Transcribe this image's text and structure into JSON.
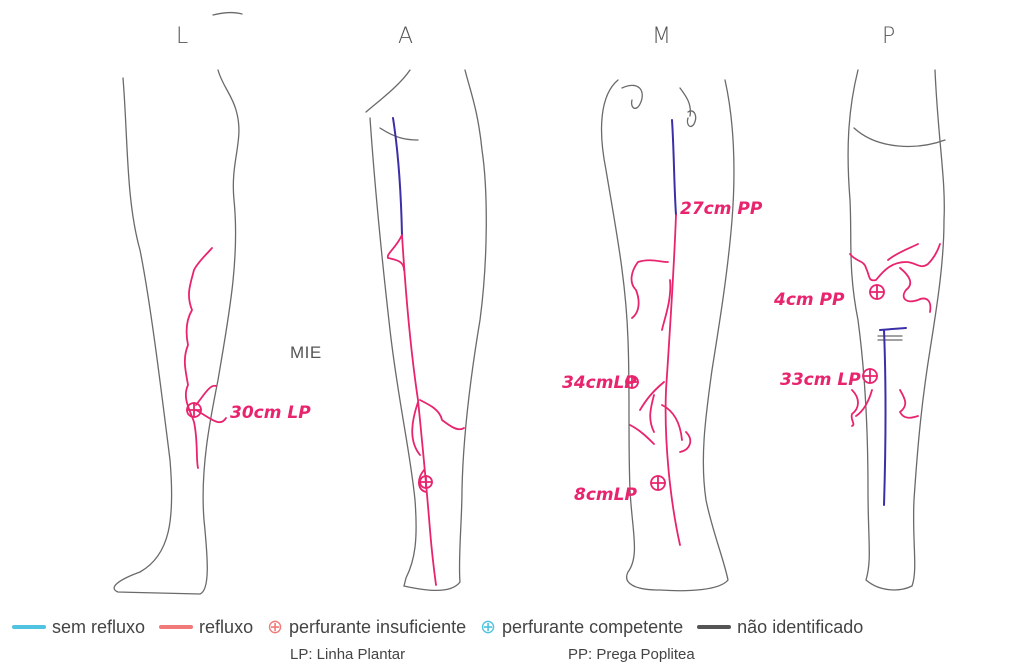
{
  "views": {
    "lateral": "L",
    "anterior": "A",
    "medial": "M",
    "posterior": "P"
  },
  "side_label": "MIE",
  "annotations": {
    "lateral_perforator": "30cm LP",
    "medial_upper": "27cm PP",
    "medial_perforator_1": "34cmLP",
    "medial_perforator_2": "8cmLP",
    "posterior_perforator_1": "4cm PP",
    "posterior_perforator_2": "33cm LP"
  },
  "legend": {
    "no_reflux": "sem refluxo",
    "reflux": "refluxo",
    "insufficient": "perfurante insuficiente",
    "competent": "perfurante competente",
    "unidentified": "não identificado",
    "insufficient_symbol": "⊕",
    "competent_symbol": "⊕"
  },
  "abbreviations": {
    "lp": "LP: Linha Plantar",
    "pp": "PP: Prega Poplitea"
  },
  "colors": {
    "reflux": "#e8246e",
    "no_reflux": "#4fc3e0",
    "deep_vein": "#3b2fa8",
    "unidentified": "#555555",
    "legend_reflux": "#f07a7a",
    "outline": "#666666"
  }
}
